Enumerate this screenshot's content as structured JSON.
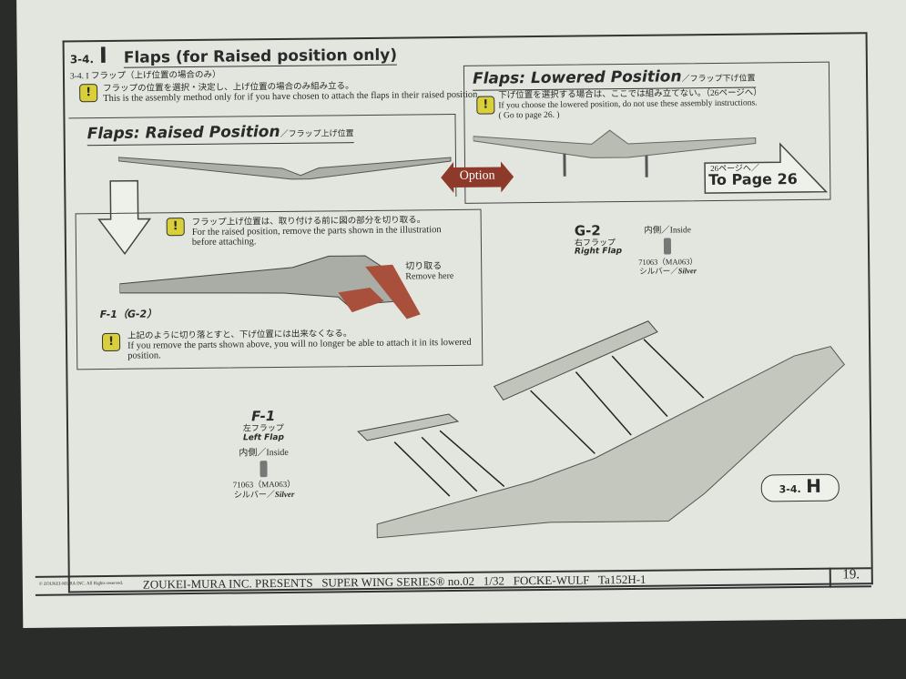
{
  "section": {
    "number": "3-4.",
    "letter": "I",
    "title": "Flaps (for Raised position only)",
    "jp_title": "3-4. I フラップ（上げ位置の場合のみ）"
  },
  "intro": {
    "jp": "フラップの位置を選択・決定し、上げ位置の場合のみ組み立る。",
    "en": "This is the assembly method only for if you have chosen to attach the flaps in their raised position."
  },
  "raised": {
    "title": "Flaps: Raised Position",
    "jp": "／フラップ上げ位置"
  },
  "lowered": {
    "title": "Flaps: Lowered Position",
    "jp": "／フラップ下げ位置",
    "note_jp": "下げ位置を選択する場合は、ここでは組み立てない。（26ページへ）",
    "note_en": "If you choose the lowered position, do not use these assembly instructions.",
    "note_en2": "( Go to page 26. )",
    "goto_jp": "26ページへ／",
    "goto_en": "To Page 26"
  },
  "option_label": "Option",
  "cut": {
    "jp": "フラップ上げ位置は、取り付ける前に図の部分を切り取る。",
    "en": "For the raised position, remove the parts shown in the illustration before attaching.",
    "remove_jp": "切り取る",
    "remove_en": "Remove here",
    "part": "F-1（G-2）",
    "after_jp": "上記のように切り落とすと、下げ位置には出来なくなる。",
    "after_en": "If you remove the parts shown above, you will no longer be able to attach it in its lowered position."
  },
  "left_flap": {
    "part": "F-1",
    "jp": "左フラップ",
    "en": "Left Flap",
    "inside": "内側／Inside",
    "paint": "71063（MA063）",
    "color": "シルバー／",
    "color_en": "Silver"
  },
  "right_flap": {
    "part": "G-2",
    "jp": "右フラップ",
    "en": "Right Flap",
    "inside": "内側／Inside",
    "paint": "71063（MA063）",
    "color": "シルバー／",
    "color_en": "Silver"
  },
  "next_step": {
    "number": "3-4.",
    "letter": "H"
  },
  "footer": {
    "copyright": "© ZOUKEI-MURA INC. All Rights reserved.",
    "text": "ZOUKEI-MURA INC. PRESENTS   SUPER WING SERIES® no.02   1/32   FOCKE-WULF   Ta152H-1",
    "page": "19."
  },
  "colors": {
    "warning": "#d9cf3a",
    "option": "#8e3a2a",
    "cut": "#a8503c"
  }
}
